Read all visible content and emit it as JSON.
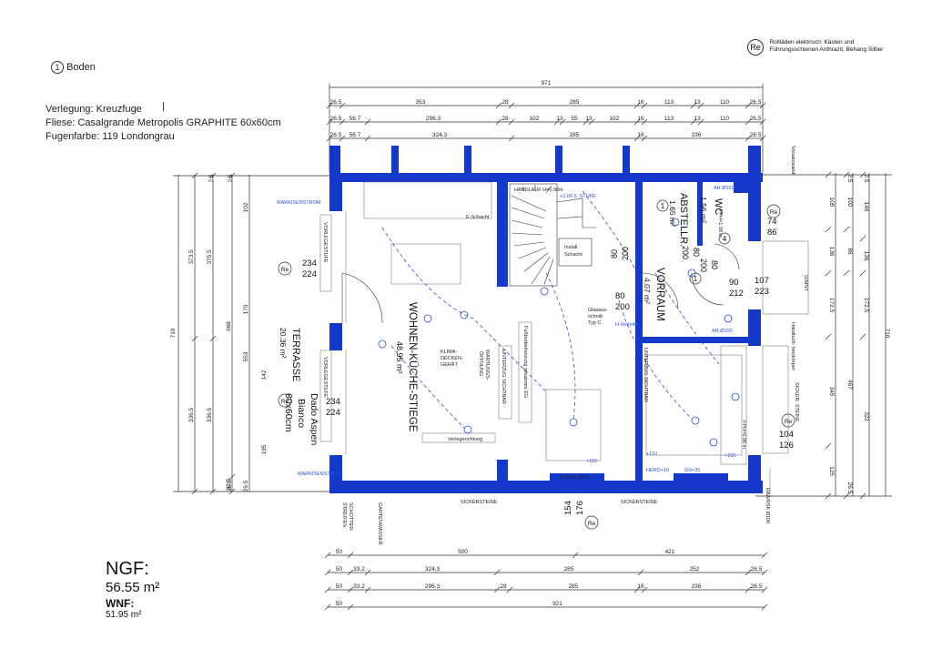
{
  "header": {
    "drawing_number": "1",
    "drawing_title": "Boden",
    "shutter_symbol": "Re",
    "shutter_note_line1": "Rollläden elektrisch: Kästen und",
    "shutter_note_line2": "Führungsschienen Anthrazit, Behang Silber"
  },
  "info": {
    "verlegung": "Verlegung: Kreuzfuge",
    "fliese": "Fliese: Casalgrande Metropolis GRAPHITE 60x60cm",
    "fugenfarbe": "Fugenfarbe: 119 Londongrau"
  },
  "area": {
    "ngf_label": "NGF:",
    "ngf_value": "56.55 m²",
    "wnf_label": "WNF:",
    "wnf_value": "51.95 m²"
  },
  "dims_top": {
    "total": "971",
    "row1": [
      "26.5",
      "353",
      "28",
      "285",
      "16",
      "113",
      "13",
      "110",
      "26.5"
    ],
    "row2": [
      "26.5",
      "56.7",
      "296.3",
      "28",
      "102",
      "13",
      "55",
      "13",
      "102",
      "16",
      "113",
      "13",
      "110",
      "26.5"
    ],
    "row3": [
      "26.5",
      "56.7",
      "324.3",
      "285",
      "16",
      "236",
      "26.5"
    ]
  },
  "dims_bottom": {
    "row1": [
      "50",
      "500",
      "421"
    ],
    "row2": [
      "50",
      "33.2",
      "324.3",
      "285",
      "252",
      "26.5"
    ],
    "row3": [
      "50",
      "33.2",
      "296.3",
      "28",
      "285",
      "16",
      "236",
      "26.5"
    ],
    "row4": [
      "50",
      "921"
    ]
  },
  "dims_left": {
    "total": "710",
    "col2": [
      "373.5",
      "336.5"
    ],
    "col3": [
      "375.5",
      "336.5"
    ],
    "col4": [
      "668",
      "32.5"
    ],
    "col5": [
      "102",
      "170",
      "142",
      "195",
      "26.5",
      "26.5",
      "553"
    ],
    "small": [
      "2.5",
      "2.5"
    ]
  },
  "dims_right": {
    "total": "710",
    "col1": [
      "105",
      "136",
      "172.5",
      "345",
      "125"
    ],
    "col2": [
      "102",
      "86",
      "467"
    ],
    "col3": [
      "146",
      "136",
      "172.5",
      "322"
    ],
    "small": [
      "2.5",
      "2.5",
      "26.5"
    ]
  },
  "rooms": {
    "living": {
      "name": "WOHNEN-KÜCHE-STIEGE",
      "area": "48.95 m²"
    },
    "storage": {
      "name": "ABSTELLR.",
      "area": "1.65 m²",
      "number": "1"
    },
    "wc": {
      "name": "WC",
      "area": "1.56 m²",
      "number": "4"
    },
    "hall": {
      "name": "VORRAUM",
      "area": "4.07 m²",
      "number": "1"
    },
    "terrace": {
      "name": "TERRASSE",
      "area": "20.36 m²",
      "mat1": "Dado Aspen",
      "mat2": "Bianco",
      "mat3": "60x60cm"
    }
  },
  "openings": {
    "w1": [
      "234",
      "224"
    ],
    "w2": [
      "234",
      "224"
    ],
    "w3": [
      "74",
      "86"
    ],
    "w4": [
      "104",
      "126"
    ],
    "w5": [
      "154",
      "176"
    ],
    "d1": [
      "107",
      "223"
    ],
    "d2": [
      "90",
      "212"
    ],
    "d3": [
      "80",
      "200"
    ],
    "d4": [
      "80",
      "200"
    ],
    "d5": [
      "80",
      "200"
    ],
    "d6": [
      "80",
      "200"
    ]
  },
  "labels": {
    "markisenstrom1": "MARKISENSTROM",
    "markisenstrom2": "MARKISENSTROM",
    "vorlegestufe1": "VORLEGESTUFE",
    "vorlegestufe2": "VORLEGESTUFE",
    "e_schacht": "E-Schacht",
    "install_schacht1": "Install.",
    "install_schacht2": "Schacht",
    "glasaus1": "Glasaus-",
    "glasaus2": "schnitt",
    "glasaus3": "Typ C",
    "handlauf": "HANDLAUF H=0.90m",
    "stufe": "+2.00 5. STUFE",
    "sickersteine1": "SICKERSTEINE",
    "sickersteine2": "SICKERSTEINE",
    "gartenwasser": "GARTENWASSER",
    "fph1": "FPH=0.98 m",
    "fph2": "FPH=0.98 m",
    "fph3": "FPH=1.38 m",
    "verlegerichtung": "Verlegerichtung",
    "klima1": "KLIMA-",
    "klima2": "DECKEN-",
    "klima3": "GERÄT",
    "wartung1": "WARTUNGS-",
    "wartung2": "ÖFFNUNG",
    "unterzug1": "UNTERZUG SICHTBAR",
    "unterzug2": "UNTERZUG SICHTBAR",
    "fussboden": "Fußbodenheizung gesamtes EG",
    "schotter1": "SCHOTTER-",
    "schotter2": "STREIFEN",
    "sickerstein_r": "SICKER-\nSTEINE",
    "vorsatzwand": "Vorsatzwand",
    "gimnt": "GIMNT",
    "handtuch": "Handtuch-\nheizkörper",
    "ar1": "AR Ø100",
    "ar2": "AR Ø100",
    "herd": "HERD+10",
    "gs": "GS+35",
    "p160": "+160",
    "p110": "+110",
    "p140": "+140",
    "p200": "+200",
    "raafk": "RAA/RSK Ø100"
  },
  "colors": {
    "wall": "#1438c8",
    "electrical": "#2a4fd6",
    "line": "#222222"
  }
}
